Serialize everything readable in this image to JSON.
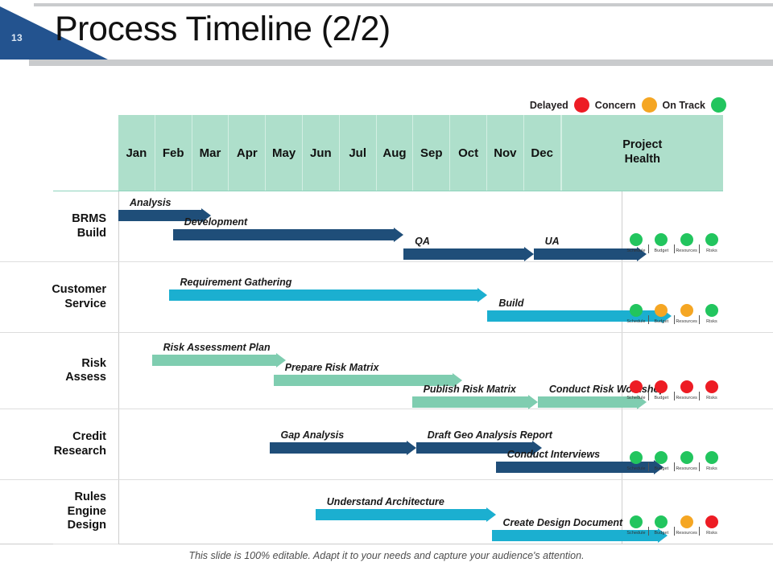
{
  "slide": {
    "number": "13",
    "title": "Process Timeline (2/2)",
    "footer": "This slide is 100% editable. Adapt it to your needs and capture your audience's attention."
  },
  "legend": {
    "items": [
      {
        "label": "Delayed",
        "color": "#ED1C24",
        "status": "delayed"
      },
      {
        "label": "Concern",
        "color": "#F5A623",
        "status": "concern"
      },
      {
        "label": "On Track",
        "color": "#22C55E",
        "status": "ontrack"
      }
    ]
  },
  "table": {
    "months": [
      "Jan",
      "Feb",
      "Mar",
      "Apr",
      "May",
      "Jun",
      "Jul",
      "Aug",
      "Sep",
      "Oct",
      "Nov",
      "Dec"
    ],
    "health_header": "Project\nHealth",
    "health_header_line1": "Project",
    "health_header_line2": "Health",
    "health_metrics": [
      "Schedule",
      "Budget",
      "Resources",
      "Risks"
    ]
  },
  "colors": {
    "header_bg": "#AEDFCB",
    "bar_blue": "#1F4E79",
    "bar_cyan": "#1BAFD0",
    "bar_mint": "#7FCDB0",
    "accent_triangle": "#23538F",
    "red": "#ED1C24",
    "amber": "#F5A623",
    "green": "#22C55E"
  },
  "chart_data": {
    "type": "bar",
    "title": "Process Timeline (2/2)",
    "xlabel": "",
    "ylabel": "",
    "categories": [
      "Jan",
      "Feb",
      "Mar",
      "Apr",
      "May",
      "Jun",
      "Jul",
      "Aug",
      "Sep",
      "Oct",
      "Nov",
      "Dec"
    ],
    "rows": [
      {
        "label": "BRMS\nBuild",
        "label_line1": "BRMS",
        "label_line2": "Build",
        "color": "blue",
        "tasks": [
          {
            "name": "Analysis",
            "start_month": 1.0,
            "end_month": 3.2,
            "lane": 0
          },
          {
            "name": "Development",
            "start_month": 2.3,
            "end_month": 7.8,
            "lane": 1
          },
          {
            "name": "QA",
            "start_month": 7.8,
            "end_month": 10.9,
            "lane": 2
          },
          {
            "name": "UA",
            "start_month": 10.9,
            "end_month": 13.6,
            "lane": 2
          }
        ],
        "health": [
          {
            "metric": "Schedule",
            "status": "ontrack"
          },
          {
            "metric": "Budget",
            "status": "ontrack"
          },
          {
            "metric": "Resources",
            "status": "ontrack"
          },
          {
            "metric": "Risks",
            "status": "ontrack"
          }
        ]
      },
      {
        "label": "Customer\nService",
        "label_line1": "Customer",
        "label_line2": "Service",
        "color": "cyan",
        "tasks": [
          {
            "name": "Requirement Gathering",
            "start_month": 2.2,
            "end_month": 9.8,
            "lane": 0
          },
          {
            "name": "Build",
            "start_month": 9.8,
            "end_month": 14.2,
            "lane": 1
          }
        ],
        "health": [
          {
            "metric": "Schedule",
            "status": "ontrack"
          },
          {
            "metric": "Budget",
            "status": "concern"
          },
          {
            "metric": "Resources",
            "status": "concern"
          },
          {
            "metric": "Risks",
            "status": "ontrack"
          }
        ]
      },
      {
        "label": "Risk\nAssess",
        "label_line1": "Risk",
        "label_line2": "Assess",
        "color": "mint",
        "tasks": [
          {
            "name": "Risk Assessment Plan",
            "start_month": 1.8,
            "end_month": 5.0,
            "lane": 0
          },
          {
            "name": "Prepare Risk Matrix",
            "start_month": 4.7,
            "end_month": 9.2,
            "lane": 1
          },
          {
            "name": "Publish Risk Matrix",
            "start_month": 8.0,
            "end_month": 11.0,
            "lane": 2
          },
          {
            "name": "Conduct Risk Workshop",
            "start_month": 11.0,
            "end_month": 13.6,
            "lane": 2
          }
        ],
        "health": [
          {
            "metric": "Schedule",
            "status": "delayed"
          },
          {
            "metric": "Budget",
            "status": "delayed"
          },
          {
            "metric": "Resources",
            "status": "delayed"
          },
          {
            "metric": "Risks",
            "status": "delayed"
          }
        ]
      },
      {
        "label": "Credit\nResearch",
        "label_line1": "Credit",
        "label_line2": "Research",
        "color": "blue",
        "tasks": [
          {
            "name": "Gap Analysis",
            "start_month": 4.6,
            "end_month": 8.1,
            "lane": 0
          },
          {
            "name": "Draft Geo Analysis Report",
            "start_month": 8.1,
            "end_month": 11.1,
            "lane": 0
          },
          {
            "name": "Conduct Interviews",
            "start_month": 10.0,
            "end_month": 14.0,
            "lane": 1
          }
        ],
        "health": [
          {
            "metric": "Schedule",
            "status": "ontrack"
          },
          {
            "metric": "Budget",
            "status": "ontrack"
          },
          {
            "metric": "Resources",
            "status": "ontrack"
          },
          {
            "metric": "Risks",
            "status": "ontrack"
          }
        ]
      },
      {
        "label": "Rules\nEngine\nDesign",
        "label_line1": "Rules",
        "label_line2": "Engine",
        "label_line3": "Design",
        "color": "cyan",
        "tasks": [
          {
            "name": "Understand Architecture",
            "start_month": 5.7,
            "end_month": 10.0,
            "lane": 0
          },
          {
            "name": "Create Design Document",
            "start_month": 9.9,
            "end_month": 14.1,
            "lane": 1
          }
        ],
        "health": [
          {
            "metric": "Schedule",
            "status": "ontrack"
          },
          {
            "metric": "Budget",
            "status": "ontrack"
          },
          {
            "metric": "Resources",
            "status": "concern"
          },
          {
            "metric": "Risks",
            "status": "delayed"
          }
        ]
      }
    ]
  }
}
